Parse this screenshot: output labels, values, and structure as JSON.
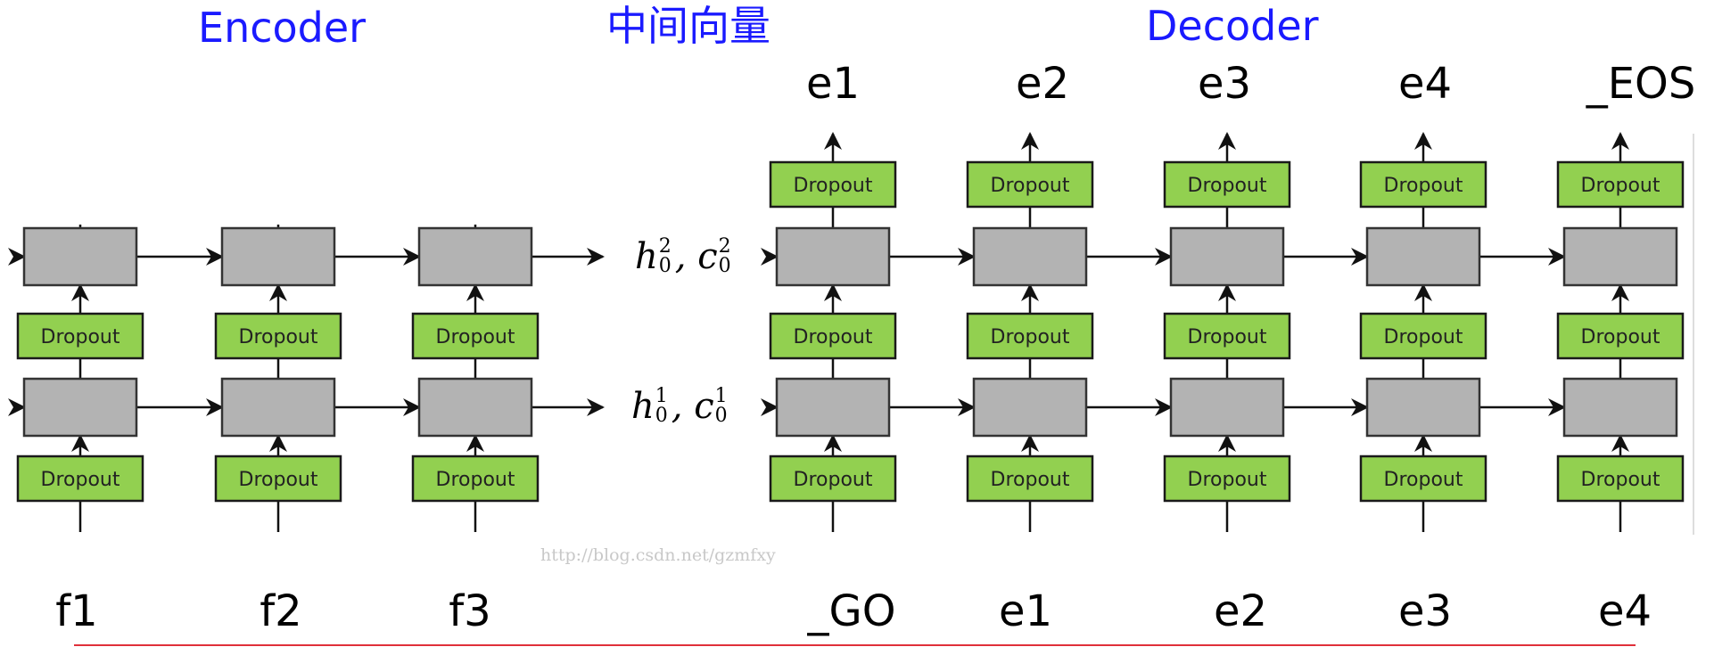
{
  "titles": {
    "encoder": "Encoder",
    "context": "中间向量",
    "decoder": "Decoder"
  },
  "cell_label": "Dropout",
  "encoder": {
    "inputs": [
      "f1",
      "f2",
      "f3"
    ]
  },
  "decoder": {
    "inputs": [
      "_GO",
      "e1",
      "e2",
      "e3",
      "e4"
    ],
    "outputs": [
      "e1",
      "e2",
      "e3",
      "e4",
      "_EOS"
    ]
  },
  "states": {
    "layer2": {
      "h": "h",
      "c": "c",
      "sub": "0",
      "sup": "2"
    },
    "layer1": {
      "h": "h",
      "c": "c",
      "sub": "0",
      "sup": "1"
    }
  },
  "watermark": "http://blog.csdn.net/gzmfxy",
  "colors": {
    "title": "#1a1aff",
    "dropout": "#92d050",
    "cell": "#b3b3b3",
    "underline": "#e0303a"
  }
}
